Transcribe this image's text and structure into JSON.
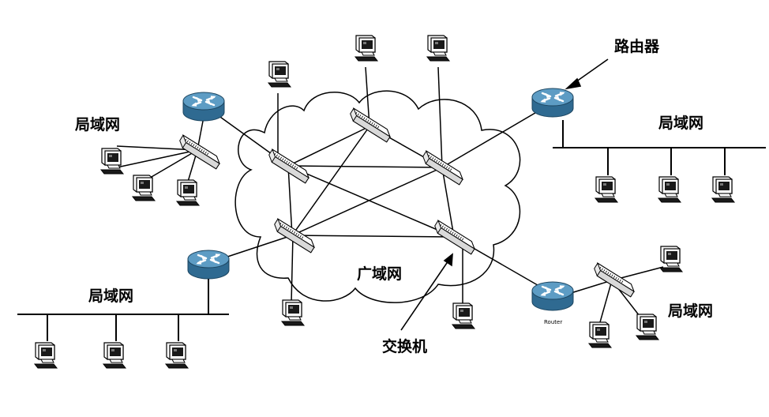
{
  "labels": {
    "router": "路由器",
    "switch": "交换机",
    "wan": "广域网",
    "lan_top_left": "局域网",
    "lan_top_right": "局域网",
    "lan_bottom_left": "局域网",
    "lan_bottom_right": "局域网",
    "router_caption": "Router"
  },
  "colors": {
    "router_body": "#3f7fa8",
    "router_top": "#6aa6cc",
    "line": "#000000"
  },
  "icons": [
    "router-icon",
    "switch-icon",
    "computer-icon",
    "cloud-shape",
    "arrow-icon"
  ]
}
